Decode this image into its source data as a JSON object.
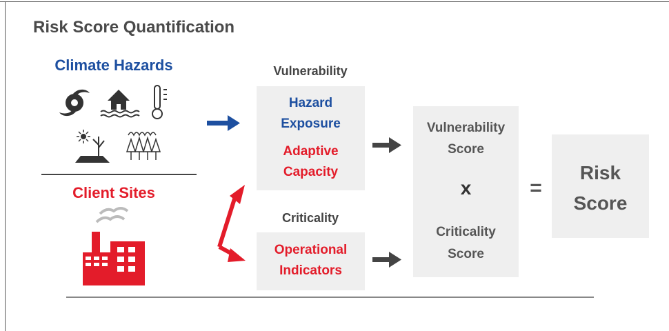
{
  "title": "Risk Score Quantification",
  "climate_hazards": {
    "label": "Climate Hazards",
    "icons": [
      "hurricane-icon",
      "flooded-house-icon",
      "thermometer-icon",
      "drought-icon",
      "wildfire-icon"
    ]
  },
  "client_sites": {
    "label": "Client Sites",
    "icons": [
      "factory-icon"
    ]
  },
  "vulnerability": {
    "header": "Vulnerability",
    "hazard_line1": "Hazard",
    "hazard_line2": "Exposure",
    "adaptive_line1": "Adaptive",
    "adaptive_line2": "Capacity"
  },
  "criticality": {
    "header": "Criticality",
    "line1": "Operational",
    "line2": "Indicators"
  },
  "scores": {
    "vuln_line1": "Vulnerability",
    "vuln_line2": "Score",
    "multiply": "x",
    "crit_line1": "Criticality",
    "crit_line2": "Score"
  },
  "equals": "=",
  "result": {
    "line1": "Risk",
    "line2": "Score"
  },
  "colors": {
    "blue": "#1d4fa0",
    "red": "#e31c2a",
    "dark_gray": "#444444",
    "box_fill": "#efefef"
  }
}
